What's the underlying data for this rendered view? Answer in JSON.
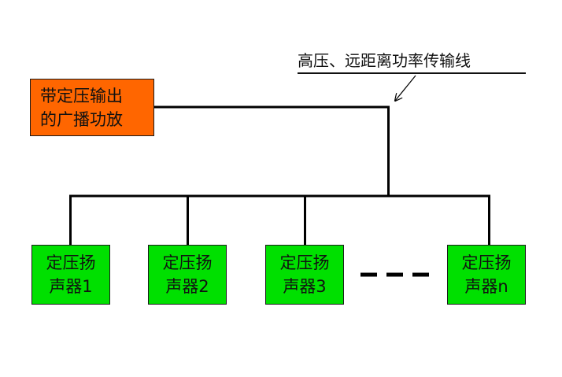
{
  "diagram": {
    "amplifier": {
      "lines": [
        "带定压输出",
        "的广播功放"
      ],
      "color": "#ff6600"
    },
    "transmission_line_label": "高压、远距离功率传输线",
    "speakers": [
      {
        "lines": [
          "定压扬",
          "声器1"
        ]
      },
      {
        "lines": [
          "定压扬",
          "声器2"
        ]
      },
      {
        "lines": [
          "定压扬",
          "声器3"
        ]
      },
      {
        "lines": [
          "定压扬",
          "声器n"
        ]
      }
    ],
    "speaker_color": "#00e000",
    "line_color": "#000000"
  }
}
